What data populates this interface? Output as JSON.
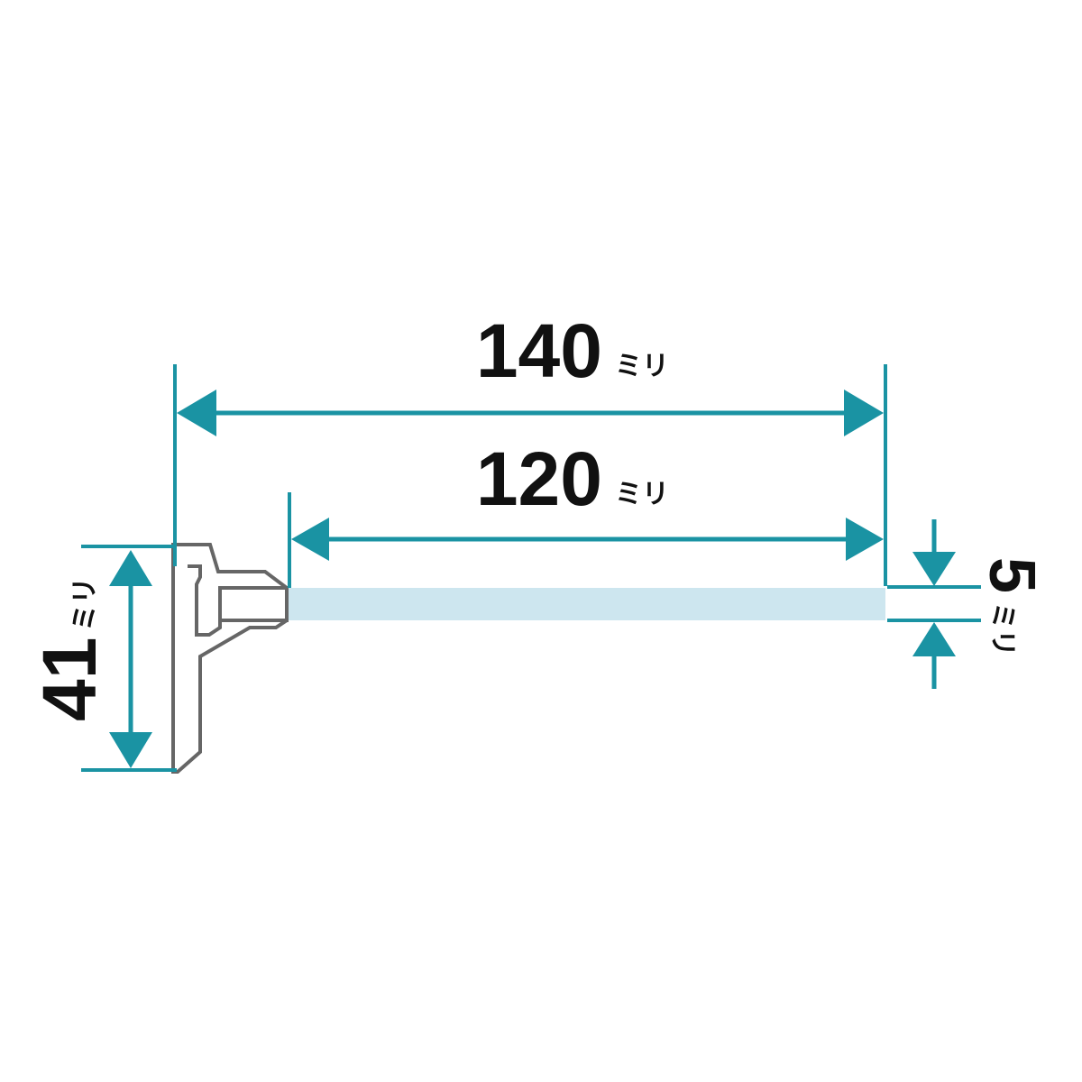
{
  "colors": {
    "dimension_line": "#1a93a3",
    "bracket_outline": "#666666",
    "bracket_fill": "#ffffff",
    "shelf_panel": "#cde6ef",
    "text": "#111111",
    "background": "#ffffff"
  },
  "dimensions": {
    "overall_length": {
      "value": "140",
      "unit": "ミリ"
    },
    "shelf_length": {
      "value": "120",
      "unit": "ミリ"
    },
    "height": {
      "value": "41",
      "unit": "ミリ"
    },
    "thickness": {
      "value": "5",
      "unit": "ミリ"
    }
  }
}
